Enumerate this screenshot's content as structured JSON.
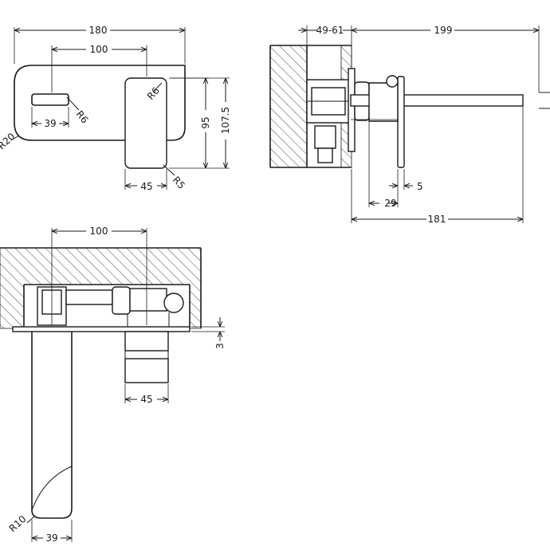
{
  "dimensions": {
    "front_width_overall": "180",
    "front_spout_width": "100",
    "front_height_overall": "107.5",
    "front_lever_height": "95",
    "front_outlet_width": "39",
    "front_outlet_radius": "R6",
    "front_plate_radius": "R20",
    "front_lever_radius": "R5",
    "front_lever_width": "45",
    "side_wall_depth": "49-61",
    "side_projection": "199",
    "side_plate_thickness": "5",
    "side_lever_offset": "29",
    "side_spout_length": "181",
    "top_spout_width": "100",
    "top_plate_thickness": "3",
    "top_lever_width": "45",
    "top_outlet_radius": "R10",
    "top_outlet_width": "39"
  },
  "colors": {
    "line": "#1a1a1a",
    "background": "#ffffff"
  }
}
